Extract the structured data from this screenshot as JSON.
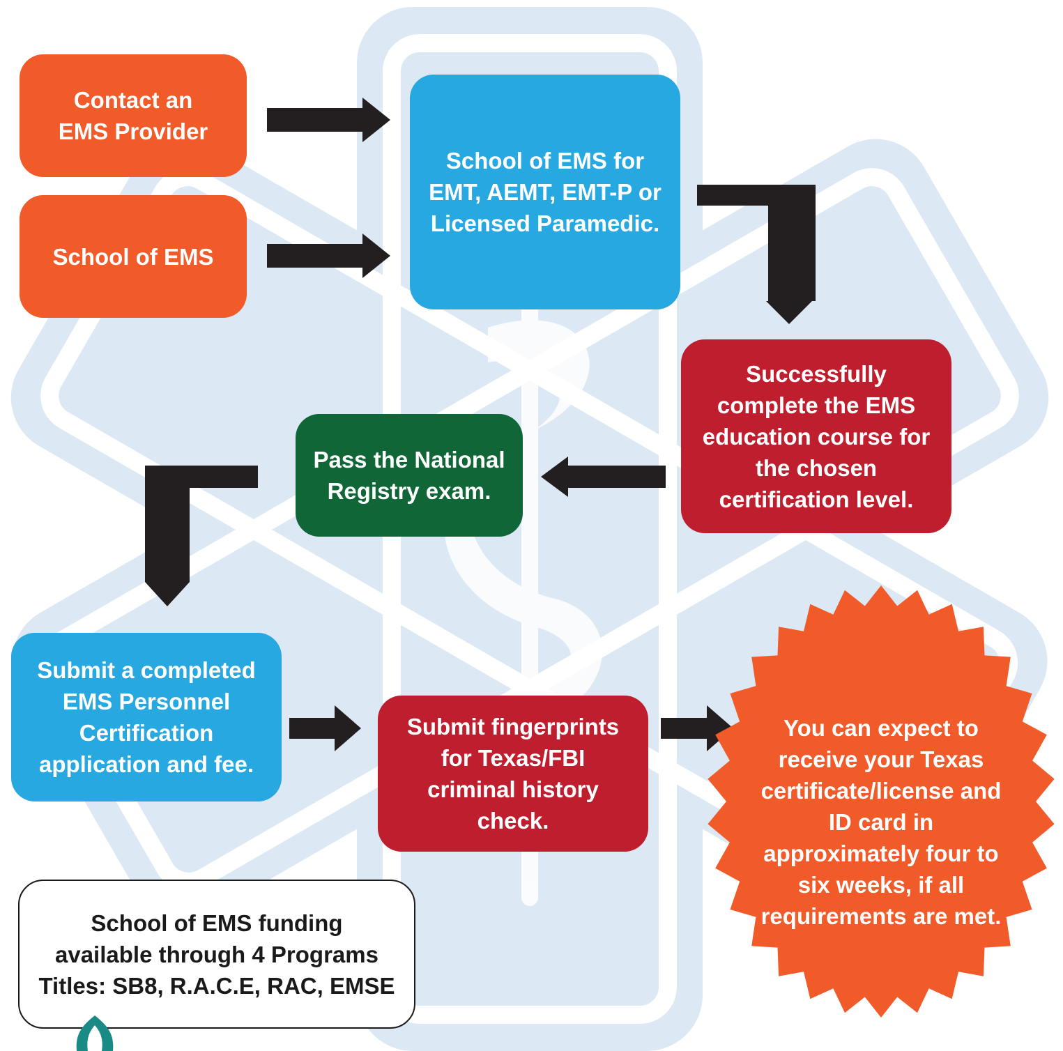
{
  "steps": {
    "contact_provider": [
      "Contact an",
      "EMS Provider"
    ],
    "school_ems": [
      "School of EMS"
    ],
    "school_levels": [
      "School of EMS for",
      "EMT, AEMT, EMT-P or",
      "Licensed Paramedic."
    ],
    "complete_course": [
      "Successfully",
      "complete the EMS",
      "education course for",
      "the chosen",
      "certification level."
    ],
    "pass_exam": [
      "Pass the National",
      "Registry exam."
    ],
    "submit_application": [
      "Submit a completed",
      "EMS Personnel",
      "Certification",
      "application and fee."
    ],
    "fingerprints": [
      "Submit fingerprints",
      "for Texas/FBI",
      "criminal history",
      "check."
    ],
    "receive_certificate": [
      "You can expect to",
      "receive your Texas",
      "certificate/license and",
      "ID card in",
      "approximately four to",
      "six weeks, if all",
      "requirements are met."
    ]
  },
  "funding_note": [
    "School of EMS funding",
    "available through 4 Programs",
    "Titles: SB8, R.A.C.E, RAC, EMSE"
  ],
  "colors": {
    "orange": "#f15a29",
    "blue": "#27a8e0",
    "red": "#be1e2d",
    "green": "#106637",
    "arrow": "#231f20",
    "background_star": "#dce9f4",
    "logo": "#1a8a84"
  }
}
